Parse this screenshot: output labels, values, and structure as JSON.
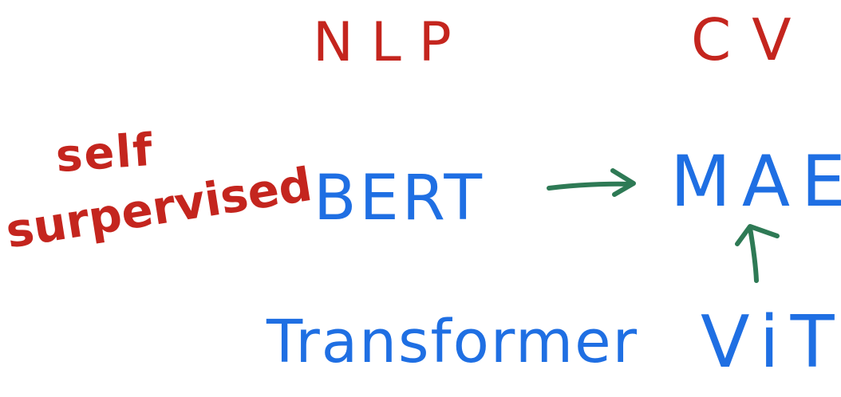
{
  "diagram": {
    "headers": {
      "nlp": "NLP",
      "cv": "CV"
    },
    "row_label": {
      "line1": "self",
      "line2": "surpervised"
    },
    "nodes": {
      "bert": "BERT",
      "mae": "MAE",
      "transformer": "Transformer",
      "vit": "ViT"
    },
    "edges": [
      {
        "from": "BERT",
        "to": "MAE"
      },
      {
        "from": "ViT",
        "to": "MAE"
      }
    ],
    "colors": {
      "headers_and_row_label": "#c4251e",
      "nodes": "#1f6fe3",
      "arrows": "#2e7a55",
      "background": "#ffffff"
    }
  }
}
